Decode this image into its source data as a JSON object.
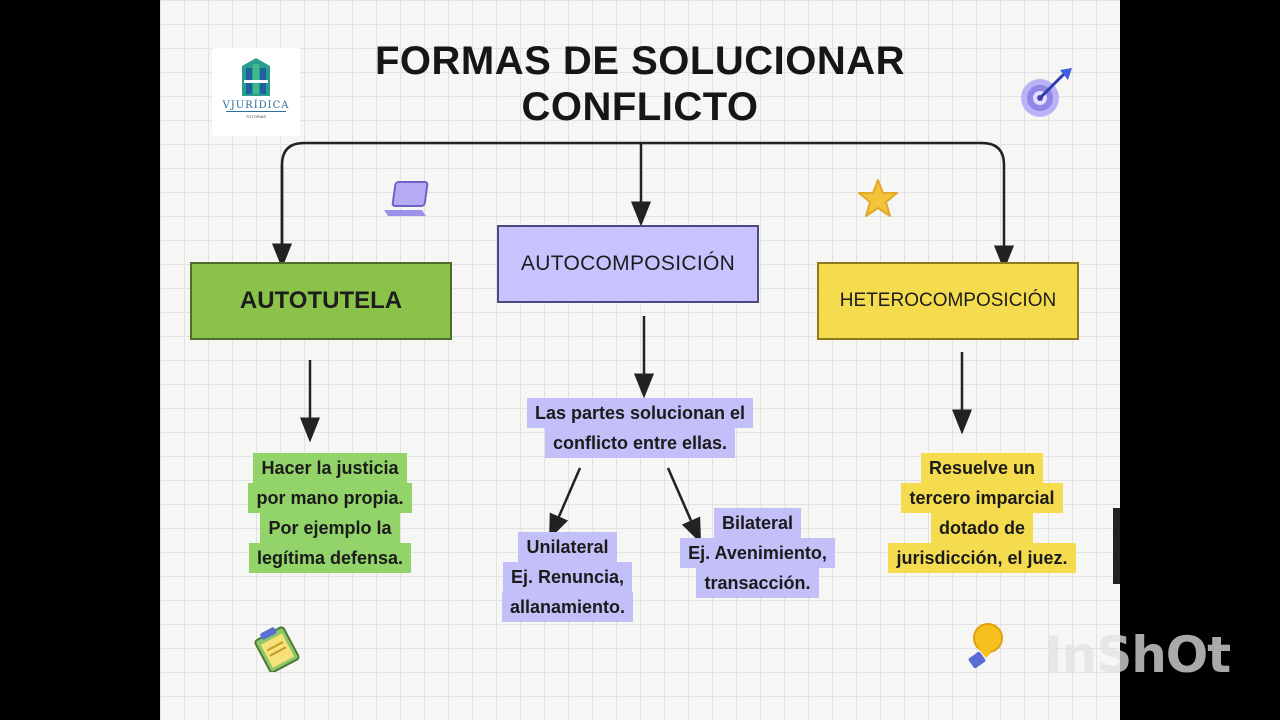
{
  "title": {
    "line1": "FORMAS DE SOLUCIONAR",
    "line2": "CONFLICTO"
  },
  "logo": {
    "name": "VJURÍDICA",
    "subtitle": "TUTORIAS"
  },
  "branches": {
    "autotutela": {
      "label": "AUTOTUTELA",
      "color": "#8bc34a",
      "description": [
        "Hacer la justicia",
        "por mano propia.",
        "Por ejemplo la",
        "legítima defensa."
      ]
    },
    "autocomposicion": {
      "label": "AUTOCOMPOSICIÓN",
      "color": "#c7c3ff",
      "description": [
        "Las partes solucionan el",
        "conflicto entre ellas."
      ],
      "unilateral": [
        "Unilateral",
        "Ej. Renuncia,",
        "allanamiento."
      ],
      "bilateral": [
        "Bilateral",
        "Ej. Avenimiento,",
        "transacción."
      ]
    },
    "heterocomposicion": {
      "label": "HETEROCOMPOSICIÓN",
      "color": "#f5dc4f",
      "description": [
        "Resuelve un",
        "tercero imparcial",
        "dotado de",
        "jurisdicción, el juez."
      ]
    }
  },
  "icons": [
    "target-icon",
    "laptop-icon",
    "star-icon",
    "clipboard-icon",
    "lightbulb-icon"
  ],
  "watermark": "InShOt"
}
